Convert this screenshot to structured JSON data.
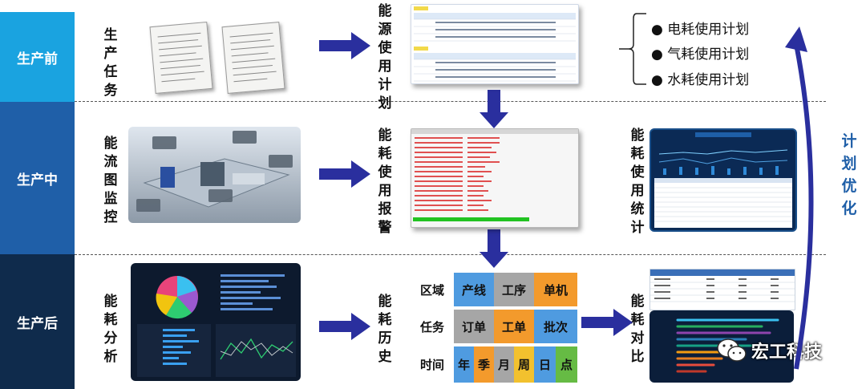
{
  "stages": {
    "before": "生产前",
    "during": "生产中",
    "after": "生产后"
  },
  "rows": {
    "task": "生产任务",
    "energy_plan": "能源使用计划",
    "flow_monitor": "能流图监控",
    "alarm": "能耗使用报警",
    "stats": "能耗使用统计",
    "analysis": "能耗分析",
    "history": "能耗历史",
    "compare": "能耗对比"
  },
  "plans": [
    "电耗使用计划",
    "气耗使用计划",
    "水耗使用计划"
  ],
  "optimize": "计划优化",
  "matrix": {
    "headers": [
      "区域",
      "任务",
      "时间"
    ],
    "row1": [
      "产线",
      "工序",
      "单机"
    ],
    "row2": [
      "订单",
      "工单",
      "批次"
    ],
    "row3": [
      "年",
      "季",
      "月",
      "周",
      "日",
      "点"
    ]
  },
  "watermark": "宏工科技",
  "colors": {
    "stage_before": "#1aa3e0",
    "stage_during": "#1f5fa8",
    "stage_after": "#0f2b4c",
    "arrow": "#2a2f9e",
    "orange": "#f39a2c",
    "blue": "#4f9be0",
    "gray": "#a6a6a6",
    "green": "#66bb44",
    "yellow": "#f2c12e"
  }
}
